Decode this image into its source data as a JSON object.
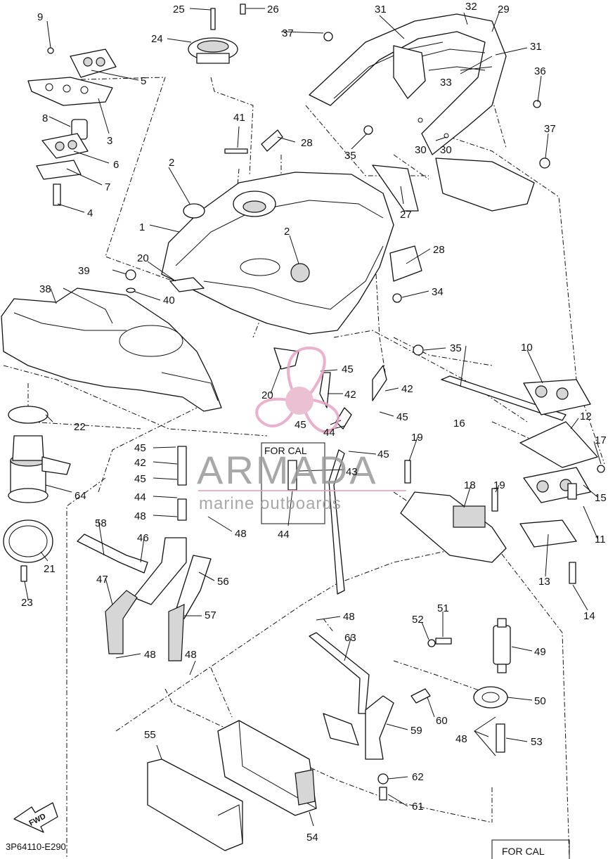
{
  "diagram": {
    "callouts": [
      "1",
      "2",
      "2",
      "3",
      "4",
      "5",
      "6",
      "7",
      "8",
      "9",
      "10",
      "11",
      "12",
      "13",
      "14",
      "15",
      "16",
      "17",
      "18",
      "19",
      "19",
      "20",
      "20",
      "21",
      "22",
      "23",
      "24",
      "25",
      "26",
      "27",
      "28",
      "28",
      "29",
      "30",
      "30",
      "31",
      "31",
      "32",
      "33",
      "33",
      "34",
      "35",
      "35",
      "36",
      "37",
      "37",
      "38",
      "39",
      "40",
      "41",
      "42",
      "42",
      "42",
      "43",
      "44",
      "44",
      "44",
      "45",
      "45",
      "45",
      "45",
      "45",
      "45",
      "46",
      "47",
      "48",
      "48",
      "48",
      "48",
      "48",
      "48",
      "48",
      "49",
      "50",
      "51",
      "52",
      "53",
      "54",
      "55",
      "56",
      "57",
      "58",
      "59",
      "60",
      "61",
      "62",
      "63",
      "64"
    ],
    "for_cal_label": "FOR CAL",
    "for_cal_label_bottom": "FOR CAL",
    "fwd_label": "FWD",
    "diagram_code": "3P64110-E290"
  },
  "watermark": {
    "brand": "ARMADA",
    "tagline": "marine outboards",
    "logo_color": "#e8a3c4",
    "logo_center_color": "#e8b6cc"
  }
}
